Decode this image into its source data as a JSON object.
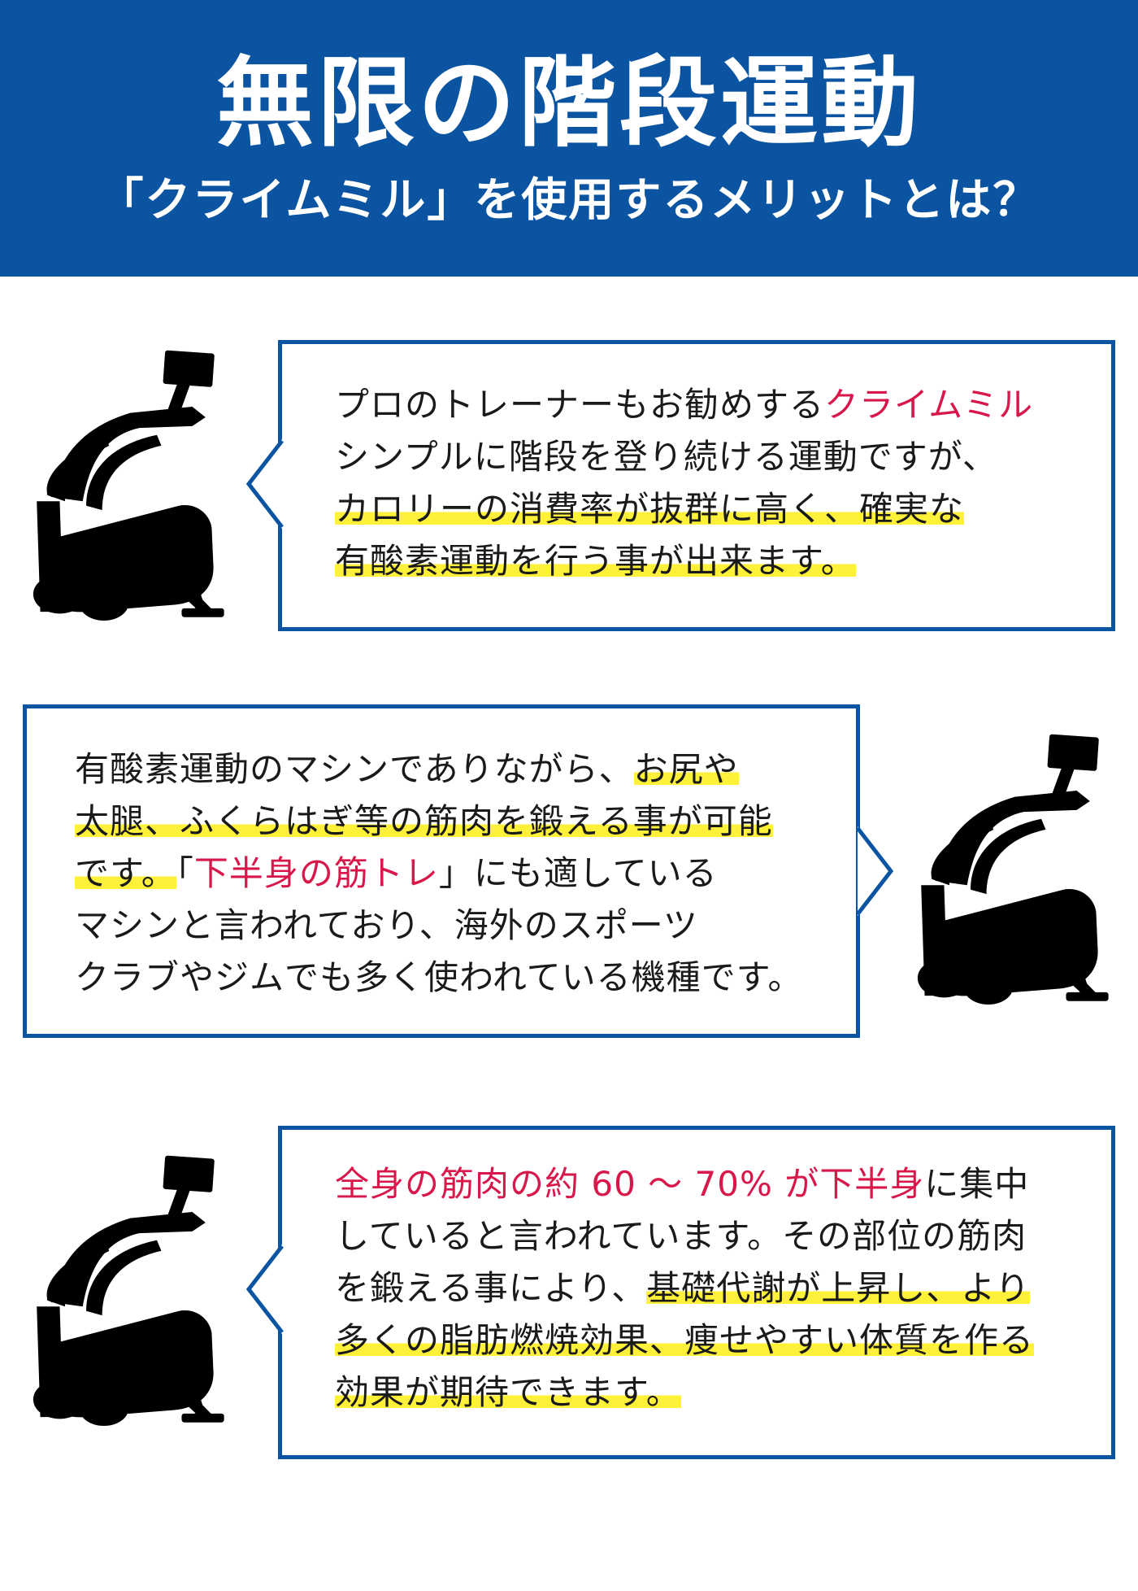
{
  "header": {
    "title": "無限の階段運動",
    "subtitle": "「クライムミル」を使用するメリットとは？"
  },
  "sections": [
    {
      "lines": [
        {
          "a": "プロのトレーナーもお勧めする",
          "b": "クライムミル"
        },
        {
          "a": "シンプルに階段を登り続ける運動ですが、"
        },
        {
          "a": "カロリーの消費率が抜群に高く、確実な"
        },
        {
          "a": "有酸素運動を行う事が出来ます。"
        }
      ]
    },
    {
      "lines": [
        {
          "a": "有酸素運動のマシンでありながら、",
          "b": "お尻や"
        },
        {
          "a": "太腿、ふくらはぎ等の筋肉を鍛える事が可能"
        },
        {
          "a": "です。",
          "b": "「",
          "c": "下半身の筋トレ",
          "d": "」にも適している"
        },
        {
          "a": "マシンと言われており、海外のスポーツ"
        },
        {
          "a": "クラブやジムでも多く使われている機種です。"
        }
      ]
    },
    {
      "lines": [
        {
          "a": "全身の筋肉の約 60 〜 70% が下半身",
          "b": "に集中"
        },
        {
          "a": "していると言われています。その部位の筋肉"
        },
        {
          "a": "を鍛える事により、",
          "b": "基礎代謝が上昇し、より"
        },
        {
          "a": "多くの脂肪燃焼効果、痩せやすい体質を作る"
        },
        {
          "a": "効果が期待できます。"
        }
      ]
    }
  ],
  "colors": {
    "header_bg": "#0b54a1",
    "border": "#0b54a1",
    "highlight": "#fff03a",
    "accent_text": "#d8174a"
  },
  "icons": {
    "machine": "stair-climber-machine-silhouette-icon"
  }
}
